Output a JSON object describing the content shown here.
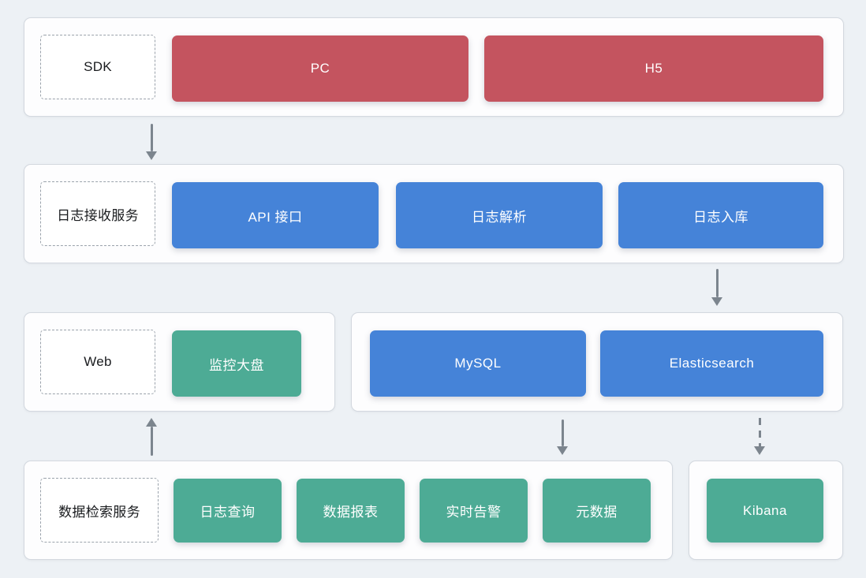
{
  "colors": {
    "background": "#EDF1F5",
    "panel_background": "#FDFDFE",
    "panel_border": "#D3D8DF",
    "client_accent_red": "#C4545F",
    "service_accent_blue": "#4583D8",
    "feature_accent_green": "#4DAB95",
    "dashed_border": "#9AA2AB",
    "arrow": "#7C858E"
  },
  "panels": {
    "clients": {
      "label": "SDK",
      "items": {
        "pc": "PC",
        "h5": "H5"
      }
    },
    "log_ingest": {
      "label": "日志接收服务",
      "items": {
        "api": "API 接口",
        "parse": "日志解析",
        "store": "日志入库"
      }
    },
    "web": {
      "label": "Web",
      "items": {
        "dashboard": "监控大盘"
      }
    },
    "storage": {
      "items": {
        "mysql": "MySQL",
        "es": "Elasticsearch"
      }
    },
    "data_search": {
      "label": "数据检索服务",
      "items": {
        "query": "日志查询",
        "report": "数据报表",
        "alert": "实时告警",
        "meta": "元数据"
      }
    },
    "kibana": {
      "items": {
        "kibana": "Kibana"
      }
    }
  },
  "arrows": [
    {
      "from": "clients",
      "to": "log_ingest",
      "direction": "down",
      "style": "solid"
    },
    {
      "from": "log_ingest",
      "to": "storage",
      "direction": "down",
      "style": "solid"
    },
    {
      "from": "data_search",
      "to": "web",
      "direction": "up",
      "style": "solid"
    },
    {
      "from": "storage",
      "to": "data_search",
      "direction": "down",
      "style": "solid"
    },
    {
      "from": "storage",
      "to": "kibana",
      "direction": "down",
      "style": "dashed"
    }
  ]
}
